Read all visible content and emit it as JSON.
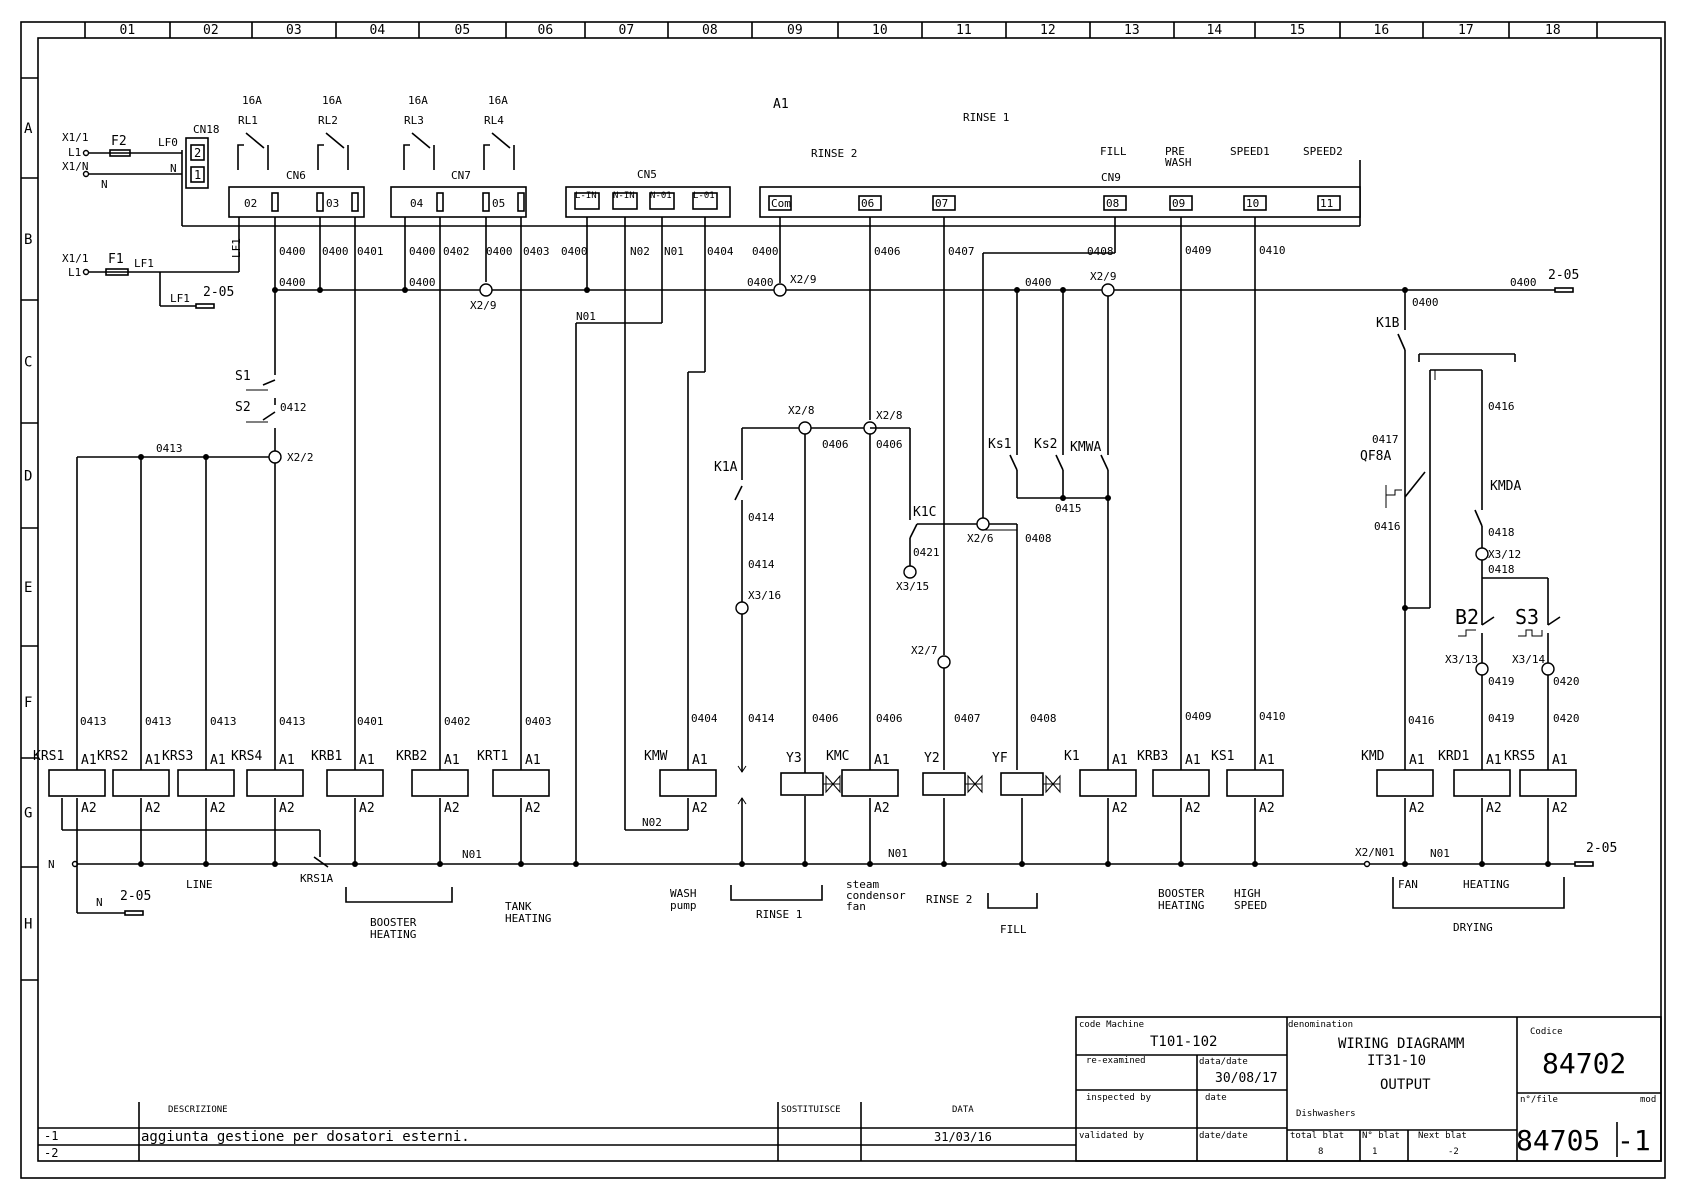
{
  "column_numbers": [
    "01",
    "02",
    "03",
    "04",
    "05",
    "06",
    "07",
    "08",
    "09",
    "10",
    "11",
    "12",
    "13",
    "14",
    "15",
    "16",
    "17",
    "18"
  ],
  "row_letters": [
    "A",
    "B",
    "C",
    "D",
    "E",
    "F",
    "G",
    "H"
  ],
  "supply": {
    "x1_1": "X1/1",
    "l1": "L1",
    "x1_n": "X1/N",
    "n": "N",
    "f2": "F2",
    "f1": "F1",
    "lf0": "LF0",
    "lf1": "LF1",
    "lf1_vert": "LF1",
    "lf1_ref": "LF1",
    "ref_2_05": "2-05",
    "cn18": "CN18",
    "pin2": "2",
    "pin1": "1"
  },
  "board": {
    "a1": "A1",
    "rinse1": "RINSE 1",
    "rinse2": "RINSE 2",
    "fill": "FILL",
    "prewash_1": "PRE",
    "prewash_2": "WASH",
    "speed1": "SPEED1",
    "speed2": "SPEED2",
    "cn6": "CN6",
    "cn7": "CN7",
    "cn5": "CN5",
    "cn9": "CN9",
    "relays": [
      {
        "rating": "16A",
        "name": "RL1"
      },
      {
        "rating": "16A",
        "name": "RL2"
      },
      {
        "rating": "16A",
        "name": "RL3"
      },
      {
        "rating": "16A",
        "name": "RL4"
      }
    ],
    "pins_cn6": [
      "02",
      "03"
    ],
    "pins_cn7": [
      "04",
      "05"
    ],
    "pins_cn5": [
      "L-IN",
      "N-IN",
      "N-01",
      "L-01"
    ],
    "pins_cn9": [
      "Com",
      "06",
      "07",
      "08",
      "09",
      "10",
      "11"
    ]
  },
  "wires": {
    "w0400": "0400",
    "w0401": "0401",
    "w0402": "0402",
    "w0403": "0403",
    "w0404": "0404",
    "w0406": "0406",
    "w0407": "0407",
    "w0408": "0408",
    "w0409": "0409",
    "w0410": "0410",
    "w0412": "0412",
    "w0413": "0413",
    "w0414": "0414",
    "w0415": "0415",
    "w0416": "0416",
    "w0417": "0417",
    "w0418": "0418",
    "w0419": "0419",
    "w0420": "0420",
    "w0421": "0421",
    "n01": "N01",
    "n02": "N02"
  },
  "terminals": {
    "x2_9": "X2/9",
    "x2_2": "X2/2",
    "x2_8": "X2/8",
    "x2_6": "X2/6",
    "x2_7": "X2/7",
    "x3_15": "X3/15",
    "x3_16": "X3/16",
    "x3_12": "X3/12",
    "x3_13": "X3/13",
    "x3_14": "X3/14",
    "x2_n01": "X2/N01"
  },
  "switches": {
    "s1": "S1",
    "s2": "S2",
    "k1a": "K1A",
    "k1c": "K1C",
    "ks1": "Ks1",
    "ks2": "Ks2",
    "kmwa": "KMWA",
    "k1b": "K1B",
    "qf8a": "QF8A",
    "kmda": "KMDA",
    "b2": "B2",
    "s3": "S3",
    "krs1a": "KRS1A"
  },
  "coils": {
    "a1": "A1",
    "a2": "A2",
    "items": [
      "KRS1",
      "KRS2",
      "KRS3",
      "KRS4",
      "KRB1",
      "KRB2",
      "KRT1",
      "KMW",
      "KMC",
      "K1",
      "KRB3",
      "KS1",
      "KMD",
      "KRD1",
      "KRS5"
    ],
    "valves": [
      "Y3",
      "Y2",
      "YF"
    ]
  },
  "groups": {
    "line": "LINE",
    "booster_heating_1": "BOOSTER",
    "booster_heating_2": "HEATING",
    "tank_heating_1": "TANK",
    "tank_heating_2": "HEATING",
    "wash_pump_1": "WASH",
    "wash_pump_2": "pump",
    "rinse1": "RINSE 1",
    "steam_1": "steam",
    "steam_2": "condensor",
    "steam_3": "fan",
    "rinse2": "RINSE 2",
    "fill": "FILL",
    "booster2_1": "BOOSTER",
    "booster2_2": "HEATING",
    "high_speed_1": "HIGH",
    "high_speed_2": "SPEED",
    "fan": "FAN",
    "heating": "HEATING",
    "drying": "DRYING"
  },
  "title_block": {
    "code_machine_label": "code Machine",
    "code_machine": "T101-102",
    "reexamined_label": "re-examined",
    "date_label": "data/date",
    "date_value": "30/08/17",
    "inspected_label": "inspected by",
    "date2_label": "date",
    "validated_label": "validated by",
    "date3_label": "date/date",
    "denomination_label": "denomination",
    "title1": "WIRING DIAGRAMM",
    "title2": "IT31-10",
    "title3": "OUTPUT",
    "product": "Dishwashers",
    "total_label": "total blat",
    "total_value": "8",
    "nr_label": "N° blat",
    "nr_value": "1",
    "next_label": "Next blat",
    "next_value": "-2",
    "codice_label": "Codice",
    "codice": "84702",
    "file_label": "n°/file",
    "mod_label": "mod",
    "file_value": "84705",
    "mod_value": "-1"
  },
  "revision_block": {
    "descr_label": "DESCRIZIONE",
    "sost_label": "SOSTITUISCE",
    "data_label": "DATA",
    "rows": [
      {
        "rev": "-1",
        "descr": "aggiunta gestione per dosatori esterni.",
        "date": "31/03/16"
      },
      {
        "rev": "-2",
        "descr": "",
        "date": ""
      }
    ]
  }
}
